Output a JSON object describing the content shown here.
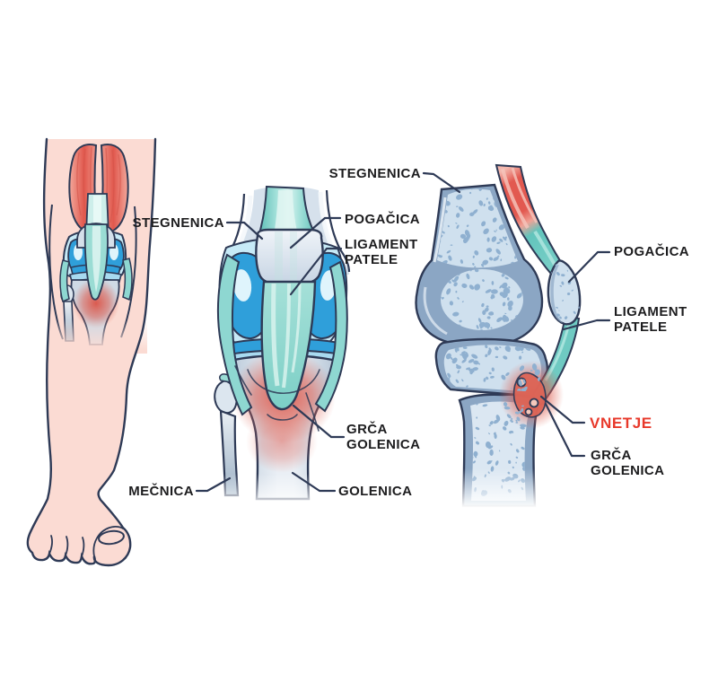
{
  "callouts": {
    "mid_stegnenica": "STEGNENICA",
    "mid_pogacica": "POGAČICA",
    "mid_ligament_l1": "LIGAMENT",
    "mid_ligament_l2": "PATELE",
    "mid_grca_l1": "GRČA",
    "mid_grca_l2": "GOLENICA",
    "mecnica": "MEČNICA",
    "golenica": "GOLENICA",
    "side_stegnenica": "STEGNENICA",
    "side_pogacica": "POGAČICA",
    "side_ligament_l1": "LIGAMENT",
    "side_ligament_l2": "PATELE",
    "side_vnetje": "VNETJE",
    "side_grca_l1": "GRČA",
    "side_grca_l2": "GOLENICA"
  },
  "colors": {
    "background": "#ffffff",
    "outline": "#2e3a56",
    "label_text": "#1d1d1f",
    "label_red": "#e8392b",
    "skin": "#fbdbd3",
    "muscle_red": "#e2574c",
    "muscle_pink": "#f2aba0",
    "tendon_teal": "#8fd8d0",
    "tendon_teal_light": "#d9f4f0",
    "joint_blue": "#2f9fda",
    "joint_blue_pale": "#c7eaf7",
    "bone_grey": "#d6e1ec",
    "bone_cortical": "#8ba6c4",
    "bone_trabecular": "#cfe0ee",
    "bone_speckle": "#8fb0d0",
    "inflammation": "#dc4f42"
  }
}
